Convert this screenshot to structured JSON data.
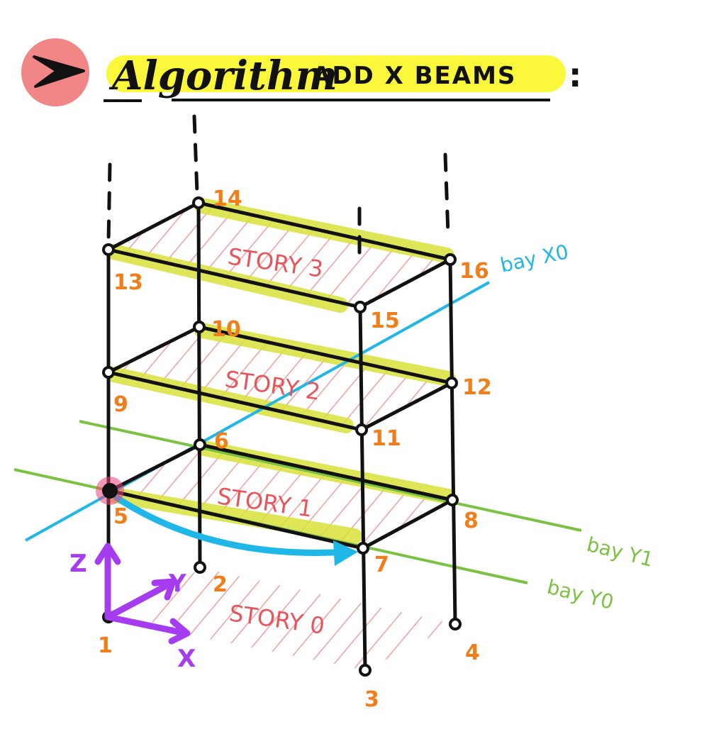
{
  "title": {
    "word": "Algorithm",
    "rest": "ADD X BEAMS",
    "colon": ":"
  },
  "stories": [
    {
      "label": "STORY 3"
    },
    {
      "label": "STORY 2"
    },
    {
      "label": "STORY 1"
    },
    {
      "label": "STORY 0"
    }
  ],
  "nodes": [
    {
      "label": "1"
    },
    {
      "label": "2"
    },
    {
      "label": "3"
    },
    {
      "label": "4"
    },
    {
      "label": "5"
    },
    {
      "label": "6"
    },
    {
      "label": "7"
    },
    {
      "label": "8"
    },
    {
      "label": "9"
    },
    {
      "label": "10"
    },
    {
      "label": "11"
    },
    {
      "label": "12"
    },
    {
      "label": "13"
    },
    {
      "label": "14"
    },
    {
      "label": "15"
    },
    {
      "label": "16"
    }
  ],
  "bays": {
    "x0": "bay X0",
    "y0": "bay Y0",
    "y1": "bay Y1"
  },
  "axes": {
    "x": "X",
    "y": "Y",
    "z": "Z"
  },
  "colors": {
    "frame": "#111111",
    "node_label": "#f07e1b",
    "story": "#e8545a",
    "highlight": "#d8e23a",
    "title_bg": "#fbf73a",
    "bay_x": "#1fb7e8",
    "bay_y": "#7cc242",
    "axes": "#a53cf0",
    "bullet": "#f08686"
  }
}
